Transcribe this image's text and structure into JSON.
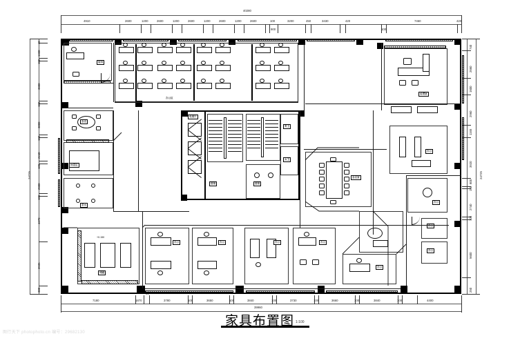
{
  "drawing": {
    "title": "家具布置图",
    "scale_note": "1:100",
    "sheet_type": "architectural-floor-plan",
    "elevation_marker": "+0.150"
  },
  "watermark": {
    "text": "图行天下 photophoto.cn  编号：29682130"
  },
  "dimensions": {
    "top_overall": "40280",
    "bottom_overall": "39960",
    "left_overall": "24725",
    "right_overall": "24725",
    "top_chain": [
      "4910",
      "2600",
      "1200",
      "2600",
      "1200",
      "2600",
      "1200",
      "2600",
      "1200",
      "2600",
      "100",
      "3200",
      "450",
      "3430",
      "420",
      "7460",
      "420"
    ],
    "top_sub": [
      "900",
      "100"
    ],
    "bottom_chain": [
      "7180",
      "1870",
      "3780",
      "100",
      "3650",
      "100",
      "3840",
      "100",
      "3730",
      "100",
      "3660",
      "100",
      "3840",
      "100",
      "4400",
      "100",
      "4320"
    ],
    "bottom_sub": [
      "90"
    ],
    "left_chain": [
      "40",
      "1330",
      "100",
      "3880",
      "100",
      "3000",
      "100",
      "2240",
      "100",
      "2880",
      "100",
      "4370",
      "3935",
      "300"
    ],
    "right_chain": [
      "740",
      "2660",
      "1600",
      "2960",
      "1165",
      "3920",
      "800",
      "150",
      "2740",
      "100",
      "5600",
      "250"
    ]
  },
  "rooms": [
    {
      "name": "reception-office",
      "label": "接待"
    },
    {
      "name": "open-office-north",
      "label": "办公区"
    },
    {
      "name": "meeting-room-small",
      "label": "会议"
    },
    {
      "name": "elevator-lobby",
      "label": "电梯厅"
    },
    {
      "name": "stairwell-a",
      "label": "楼梯"
    },
    {
      "name": "stairwell-b",
      "label": "楼梯"
    },
    {
      "name": "conference-room-large",
      "label": "会议室"
    },
    {
      "name": "executive-office",
      "label": "经理室"
    },
    {
      "name": "manager-office-1",
      "label": "办公"
    },
    {
      "name": "manager-office-2",
      "label": "办公"
    },
    {
      "name": "manager-office-3",
      "label": "办公"
    },
    {
      "name": "manager-office-4",
      "label": "办公"
    },
    {
      "name": "manager-office-5",
      "label": "办公"
    },
    {
      "name": "lounge-area",
      "label": "休息区"
    },
    {
      "name": "restroom-men",
      "label": "男卫"
    },
    {
      "name": "restroom-women",
      "label": "女卫"
    },
    {
      "name": "pantry",
      "label": "茶水"
    },
    {
      "name": "storage",
      "label": "储藏"
    }
  ],
  "colors": {
    "line": "#111111",
    "wall_fill": "#000000",
    "dim_line": "#555555",
    "paper": "#ffffff",
    "watermark": "#d9d9d9"
  }
}
